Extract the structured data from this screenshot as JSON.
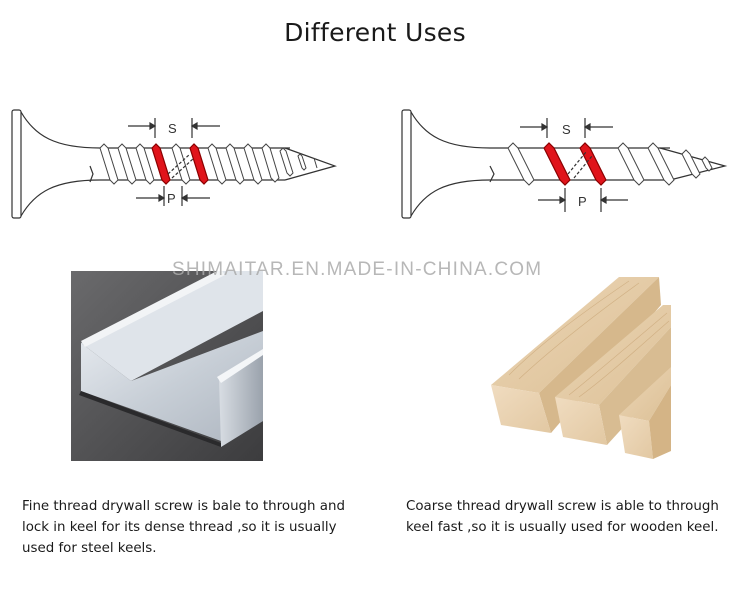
{
  "page": {
    "title": "Different Uses",
    "watermark": "SHIMAITAR.EN.MADE-IN-CHINA.COM"
  },
  "diagrams": [
    {
      "type": "fine-thread-screw",
      "labels": {
        "spacing": "S",
        "pitch": "P"
      },
      "highlight_color": "#e0141b"
    },
    {
      "type": "coarse-thread-screw",
      "labels": {
        "spacing": "S",
        "pitch": "P"
      },
      "highlight_color": "#e0141b"
    }
  ],
  "photos": [
    {
      "subject": "steel-keel-channel"
    },
    {
      "subject": "wooden-keel-beams"
    }
  ],
  "descriptions": {
    "fine": "Fine thread drywall screw is bale to through and lock in keel for its dense thread ,so it is usually used for steel keels.",
    "coarse": "Coarse thread drywall screw is able to through keel fast ,so it is usually used for wooden keel."
  }
}
